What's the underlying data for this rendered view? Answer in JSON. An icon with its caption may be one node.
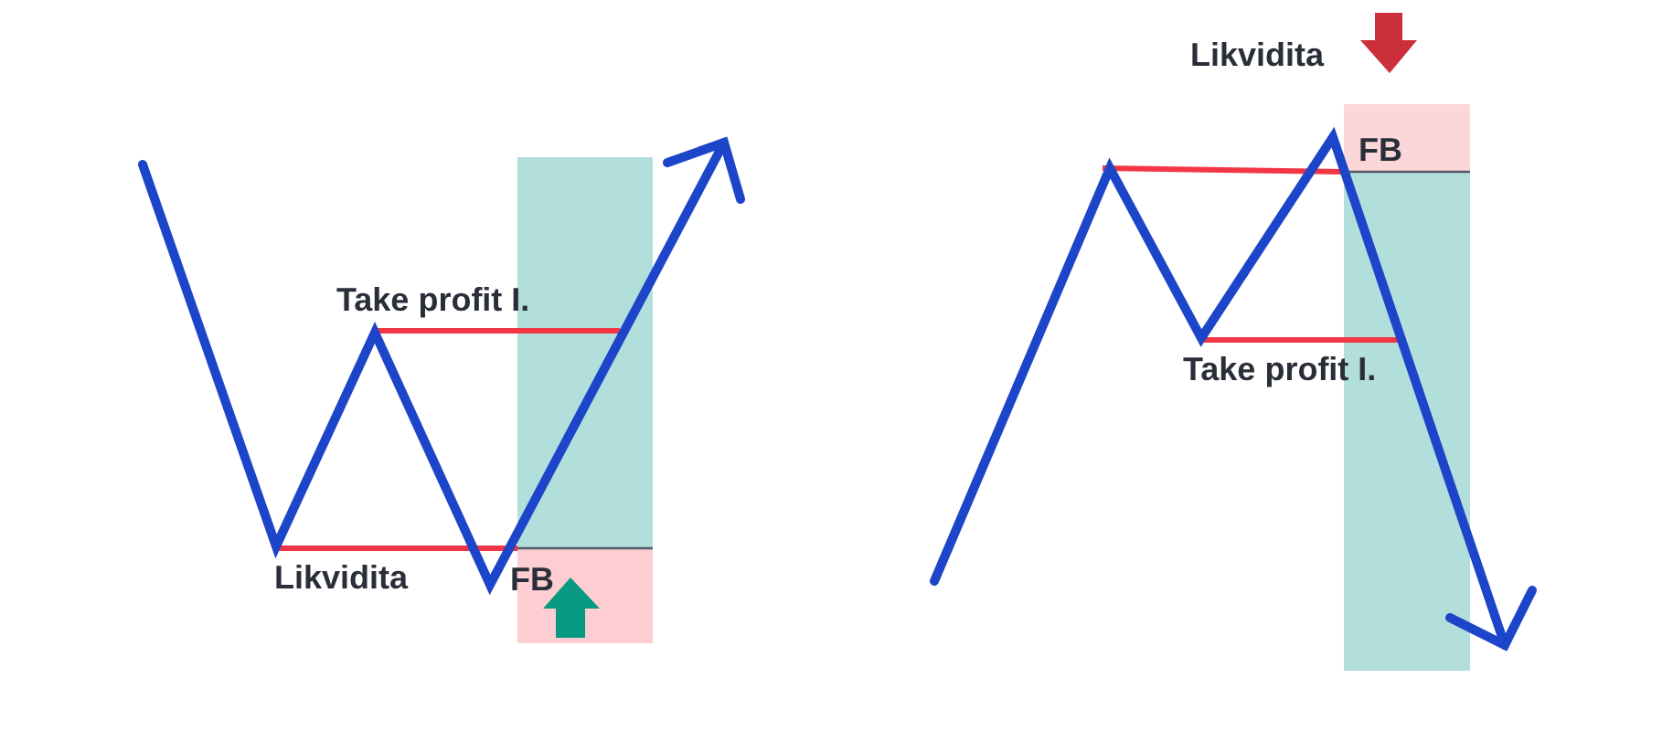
{
  "diagram": {
    "nodes": [
      {
        "text": [],
        "shape": "box"
      },
      {
        "text": [
          "FB"
        ]
      },
      {
        "text": [
          "FB"
        ]
      },
      {
        "text": [],
        "shape": "box"
      }
    ],
    "labels": [
      "Take profit I.",
      "Likvidita",
      "Likvidita",
      "Take profit I."
    ]
  }
}
